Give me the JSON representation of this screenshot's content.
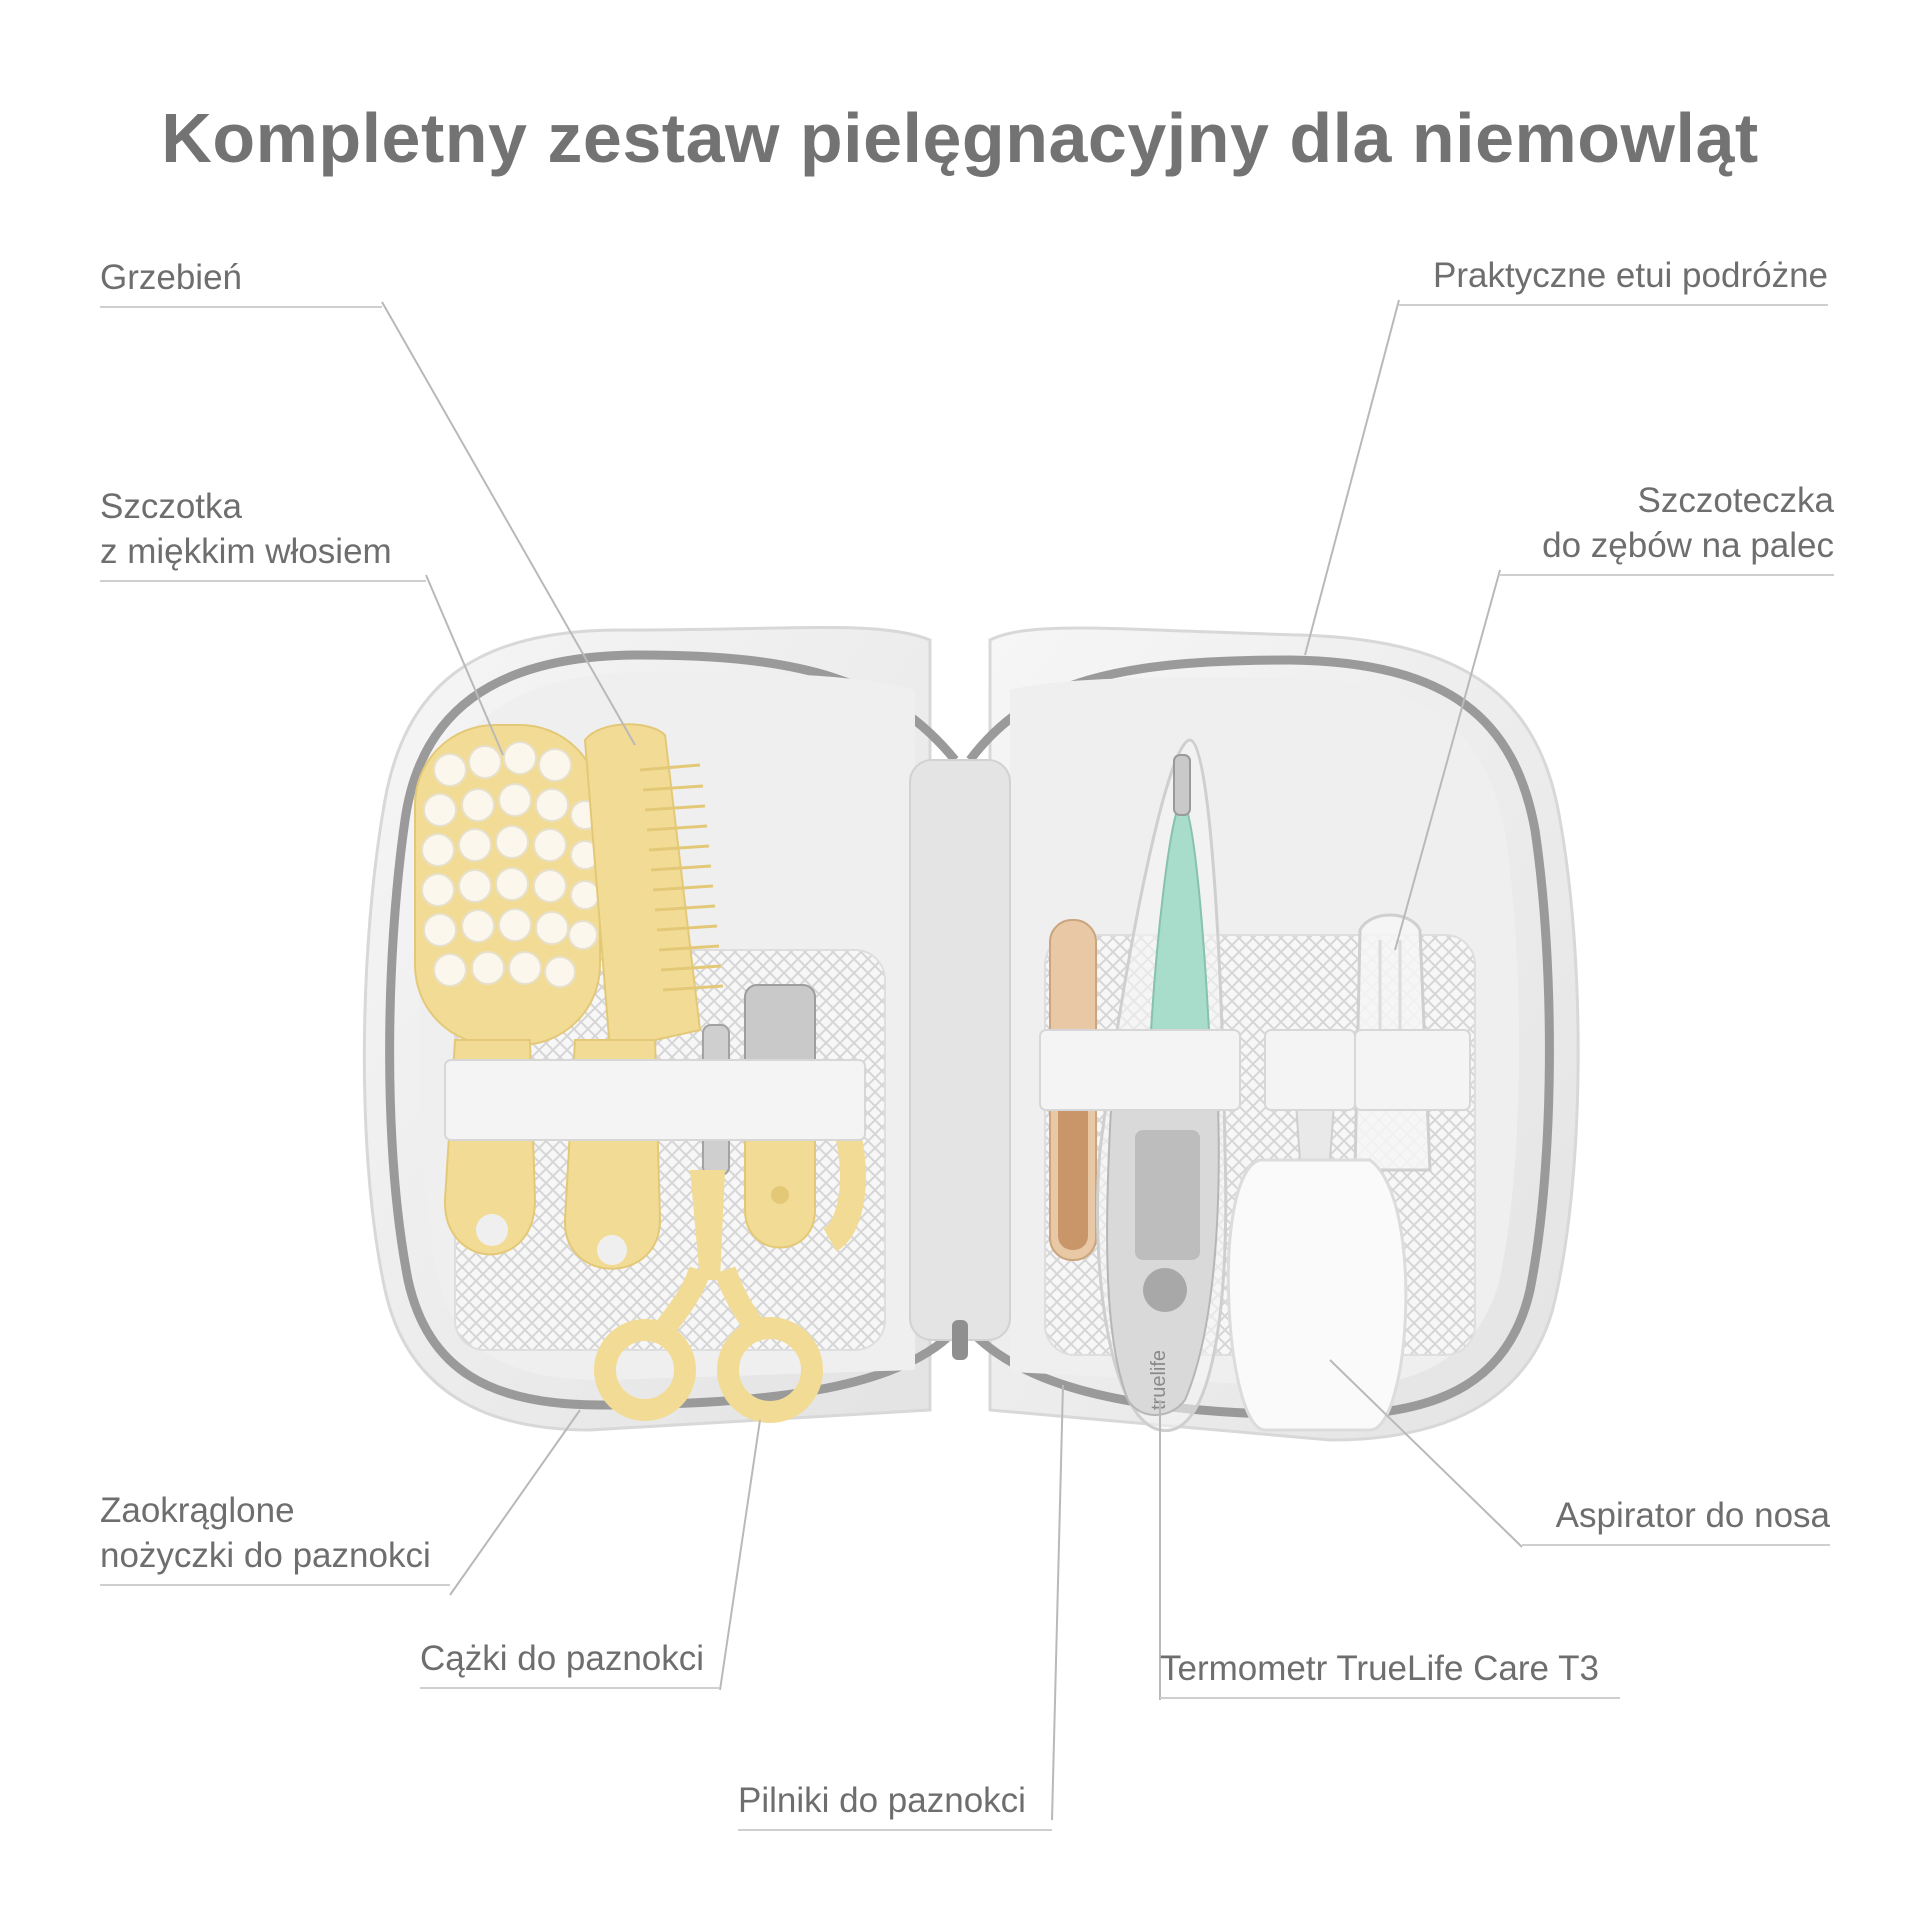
{
  "title": "Kompletny zestaw pielęgnacyjny dla niemowląt",
  "labels": {
    "grzebien": "Grzebień",
    "szczotka_1": "Szczotka",
    "szczotka_2": "z miękkim włosiem",
    "etui": "Praktyczne etui podróżne",
    "szczoteczka_1": "Szczoteczka",
    "szczoteczka_2": "do zębów na palec",
    "nozyczki_1": "Zaokrąglone",
    "nozyczki_2": "nożyczki do paznokci",
    "aspirator": "Aspirator do nosa",
    "cazki": "Cążki do paznokci",
    "termometr": "Termometr TrueLife Care T3",
    "pilniki": "Pilniki do paznokci"
  },
  "brand": "truelife",
  "colors": {
    "accessory_yellow": "#f2dc95",
    "case_grey": "#e9e9e9",
    "zipper": "#9a9a9a",
    "thermometer_tip": "#a8dccb",
    "leader_line": "#b9b9b9"
  },
  "icons": [
    "baby-brush-icon",
    "comb-icon",
    "nail-clipper-icon",
    "scissors-icon",
    "nail-file-icon",
    "thermometer-icon",
    "finger-toothbrush-icon",
    "nasal-aspirator-icon"
  ]
}
